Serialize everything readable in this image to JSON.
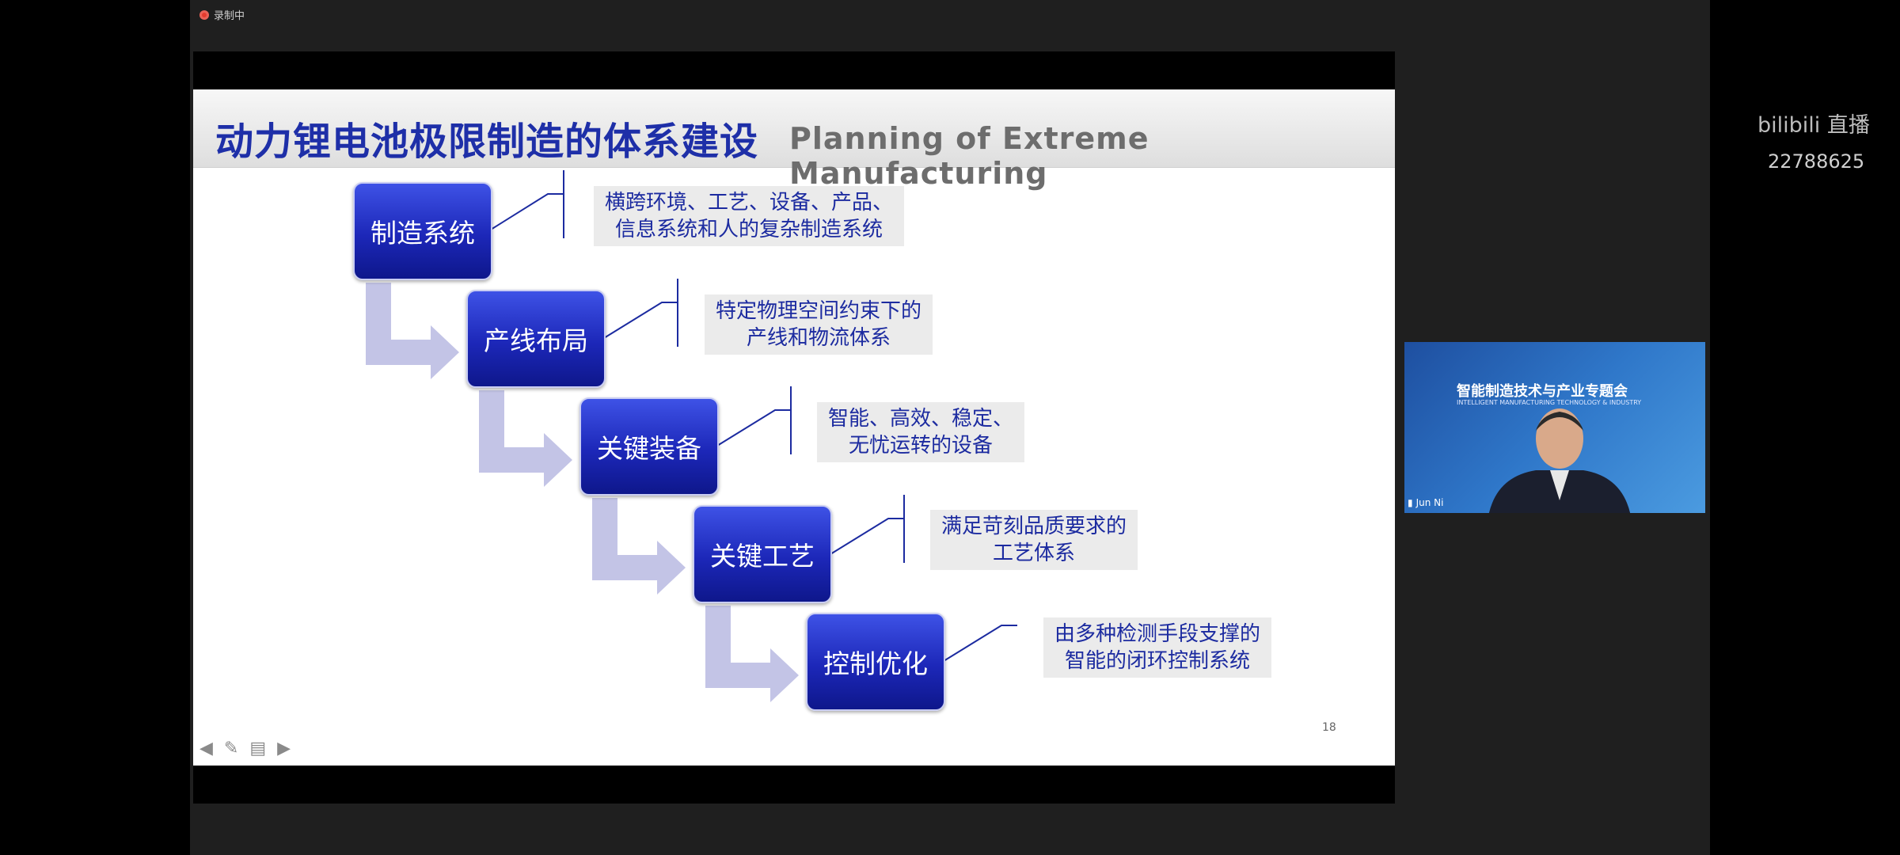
{
  "recording": {
    "label": "录制中"
  },
  "slide": {
    "title_cn": "动力锂电池极限制造的体系建设",
    "title_en": "Planning of Extreme Manufacturing",
    "page_number": "18",
    "steps": [
      {
        "label": "制造系统",
        "desc_line1": "横跨环境、工艺、设备、产品、",
        "desc_line2": "信息系统和人的复杂制造系统"
      },
      {
        "label": "产线布局",
        "desc_line1": "特定物理空间约束下的",
        "desc_line2": "产线和物流体系"
      },
      {
        "label": "关键装备",
        "desc_line1": "智能、高效、稳定、",
        "desc_line2": "无忧运转的设备"
      },
      {
        "label": "关键工艺",
        "desc_line1": "满足苛刻品质要求的",
        "desc_line2": "工艺体系"
      },
      {
        "label": "控制优化",
        "desc_line1": "由多种检测手段支撑的",
        "desc_line2": "智能的闭环控制系统"
      }
    ]
  },
  "video": {
    "conference_title": "智能制造技术与产业专题会",
    "conference_subtitle": "INTELLIGENT MANUFACTURING TECHNOLOGY & INDUSTRY",
    "speaker_name": "Jun Ni"
  },
  "watermark": {
    "brand": "bilibili 直播",
    "room_id": "22788625"
  },
  "colors": {
    "title_blue": "#1e2fa8",
    "step_blue": "#1c27b8",
    "arrow_lavender": "#c3c4e6"
  }
}
